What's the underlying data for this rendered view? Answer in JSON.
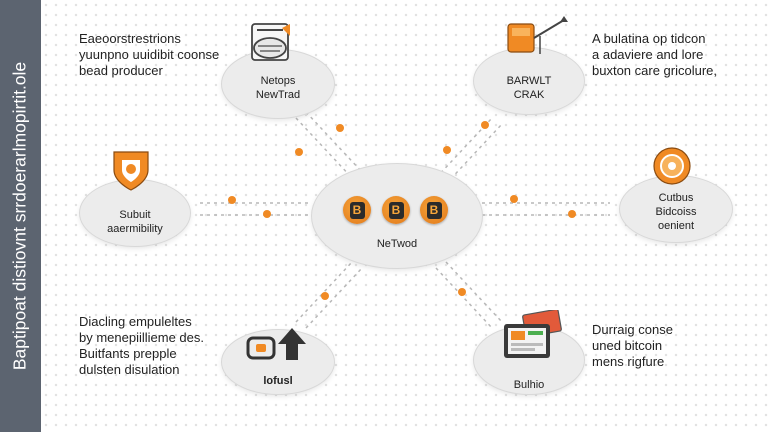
{
  "sidebar": {
    "title": "Baptipoat distiovnt srrdoerarlmopirtit.ole"
  },
  "center": {
    "label": "NeTwod"
  },
  "nodes": [
    {
      "id": "top-left",
      "line1": "Netops",
      "line2": "NewTrad"
    },
    {
      "id": "top-right",
      "line1": "BARWLT",
      "line2": "CRAK"
    },
    {
      "id": "left",
      "line1": "Subuit",
      "line2": "aaermibility"
    },
    {
      "id": "right",
      "line1": "Cutbus",
      "line2": "Bidcoiss",
      "line3": "oenient"
    },
    {
      "id": "bottom-left",
      "line1": "lofusl"
    },
    {
      "id": "bottom-right",
      "line1": "Bulhio"
    }
  ],
  "paragraphs": {
    "top_left": [
      "Eaeoorstrestrions",
      "yuunpno uuidibit coonse",
      "bead producer"
    ],
    "top_right": [
      "A bulatina op tidcon",
      "a adaviere and lore",
      "buxton care gricolure,"
    ],
    "bottom_left": [
      "Diacling empuleltes",
      "by menepiillieme des.",
      "Buitfants prepple",
      "dulsten disulation"
    ],
    "bottom_right": [
      "Durraig conse",
      "uned bitcoin",
      "mens rigfure"
    ]
  },
  "colors": {
    "accent": "#f08a24",
    "cloud": "#ececec",
    "sidebar": "#5c6470"
  },
  "icons": {
    "top_left": "news-document-icon",
    "top_right": "crane-box-icon",
    "left": "shield-icon",
    "right": "coin-target-icon",
    "bottom_left": "upload-arrow-icon",
    "bottom_right": "tablet-wallet-icon",
    "center": "bitcoin-coin-icon"
  }
}
